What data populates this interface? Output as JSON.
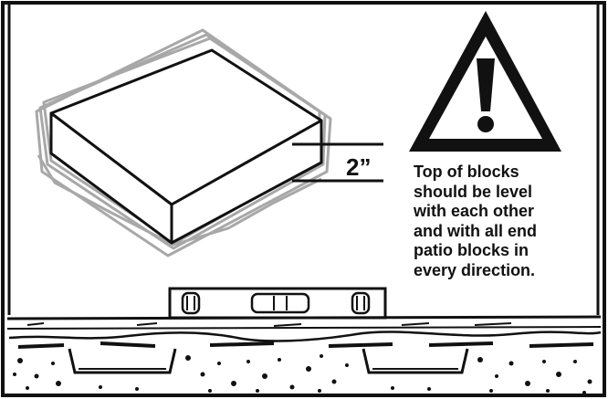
{
  "dimension_label": "2”",
  "caution_lines": [
    "Top of blocks",
    "should be level",
    "with each other",
    "and with all end",
    "patio blocks in",
    "every direction."
  ],
  "icons": [
    "warning-triangle-icon",
    "spirit-level-icon",
    "patio-block-icon"
  ],
  "colors": {
    "ink": "#111111",
    "paper": "#ffffff",
    "shadow": "#a8a8a8"
  }
}
